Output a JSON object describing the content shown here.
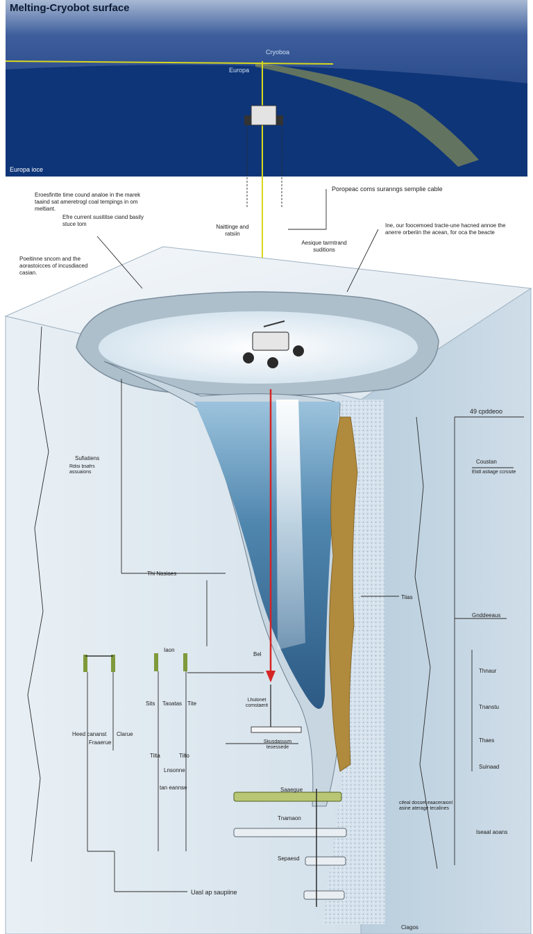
{
  "header": {
    "title": "Melting-Cryobot surface",
    "subtitle_left": "Europa ioce",
    "label_cryobot": "Cryoboa",
    "label_europa": "Europa"
  },
  "annotations": {
    "cable_note": "Poropeac coms suranngs semplie cable",
    "left_note_1": "Eroesfintte time cound analoe in the marek taaind sat ameretrogl coal tempings in om meltiant.",
    "left_note_2": "Efre current susititse ciand basily stuce tom",
    "left_note_3": "Poeitinne sncom and the aorastoicces of incusdiaced casian.",
    "melt_label": "Naittinge and ratsiin",
    "center_label": "Aesique tarmtrand suditions",
    "right_note": "Ine, our foocemoed tracte-une hacned annoe the anerre orberiin the acean, for oca the beacte",
    "depth_label": "49 cpddeoo",
    "right_label_1": "Coustan",
    "right_label_1b": "Elidl astiage ccrssite",
    "tip_label": "Tiias",
    "left_label_1": "Sufiatiens",
    "left_label_1b": "Rdisi bsafrs assuaions",
    "left_label_2": "Thi Nasiaes",
    "right_group_title": "Gnddeeaus",
    "right_items": [
      "Thnaur",
      "Tnanstu",
      "Thaes",
      "Suinaad"
    ],
    "right_note_2": "cifeal dosset eaaceraionl asine aterage tecalines",
    "right_label_bottom": "Iseaal aoans",
    "probe_label_1": "Bel",
    "probe_label_2": "Lhulonet comstaerit",
    "probe_label_3": "Skusdasuum teoessede",
    "probe_label_4": "Saaegue",
    "probe_label_5": "Tnamaon",
    "probe_label_6": "Sepaesd",
    "probe_label_7": "Ciagos",
    "inst_labels": [
      "Iaon",
      "Sits",
      "Taoatas",
      "Tite",
      "Heed cananst",
      "Fraaerue",
      "Clarue",
      "Tilta",
      "Tilto",
      "Lnsonne",
      "tan eannse"
    ],
    "sampling_label": "Uasl ap saupiine"
  },
  "colors": {
    "sky_top": "#2c4a86",
    "ocean": "#123a7a",
    "ice": "#e4edf3",
    "water": "#5b8fb4",
    "laser": "#d52525",
    "tether": "#d8d81c",
    "sediment": "#b08a3d",
    "pipe": "#7f9a3b"
  }
}
